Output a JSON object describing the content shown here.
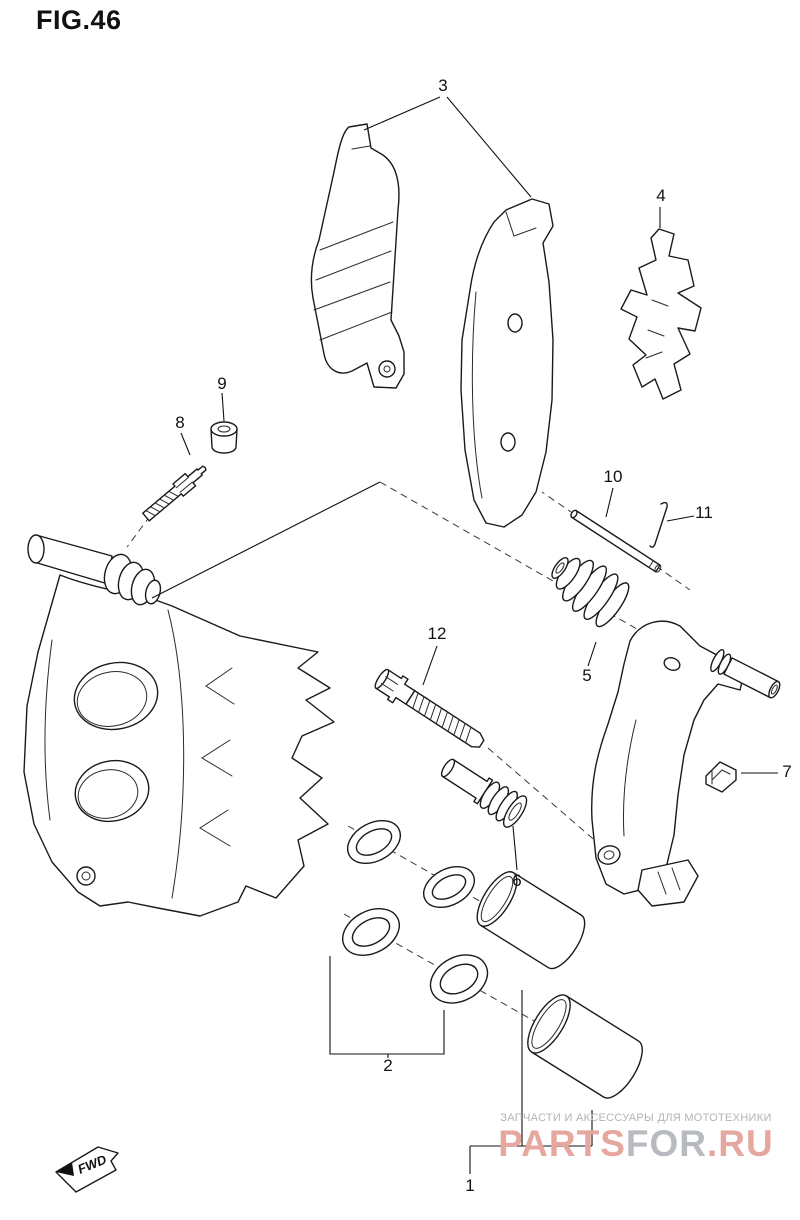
{
  "figure_title": "FIG.46",
  "part_labels": {
    "p1": "1",
    "p2": "2",
    "p3": "3",
    "p4": "4",
    "p5": "5",
    "p6": "6",
    "p7": "7",
    "p8": "8",
    "p9": "9",
    "p10": "10",
    "p11": "11",
    "p12": "12"
  },
  "fwd_label": "FWD",
  "watermark": {
    "tagline": "ЗАПЧАСТИ И АКСЕССУАРЫ ДЛЯ МОТОТЕХНИКИ",
    "brand": "PARTSFOR.RU",
    "brand_segments": [
      "PARTS",
      "FOR",
      ".RU"
    ]
  },
  "colors": {
    "line": "#1a1a1a",
    "background": "#ffffff",
    "watermark_red": "#e5a79e",
    "watermark_gray": "#b7bbc0",
    "tagline_gray": "#b0b4b8"
  }
}
